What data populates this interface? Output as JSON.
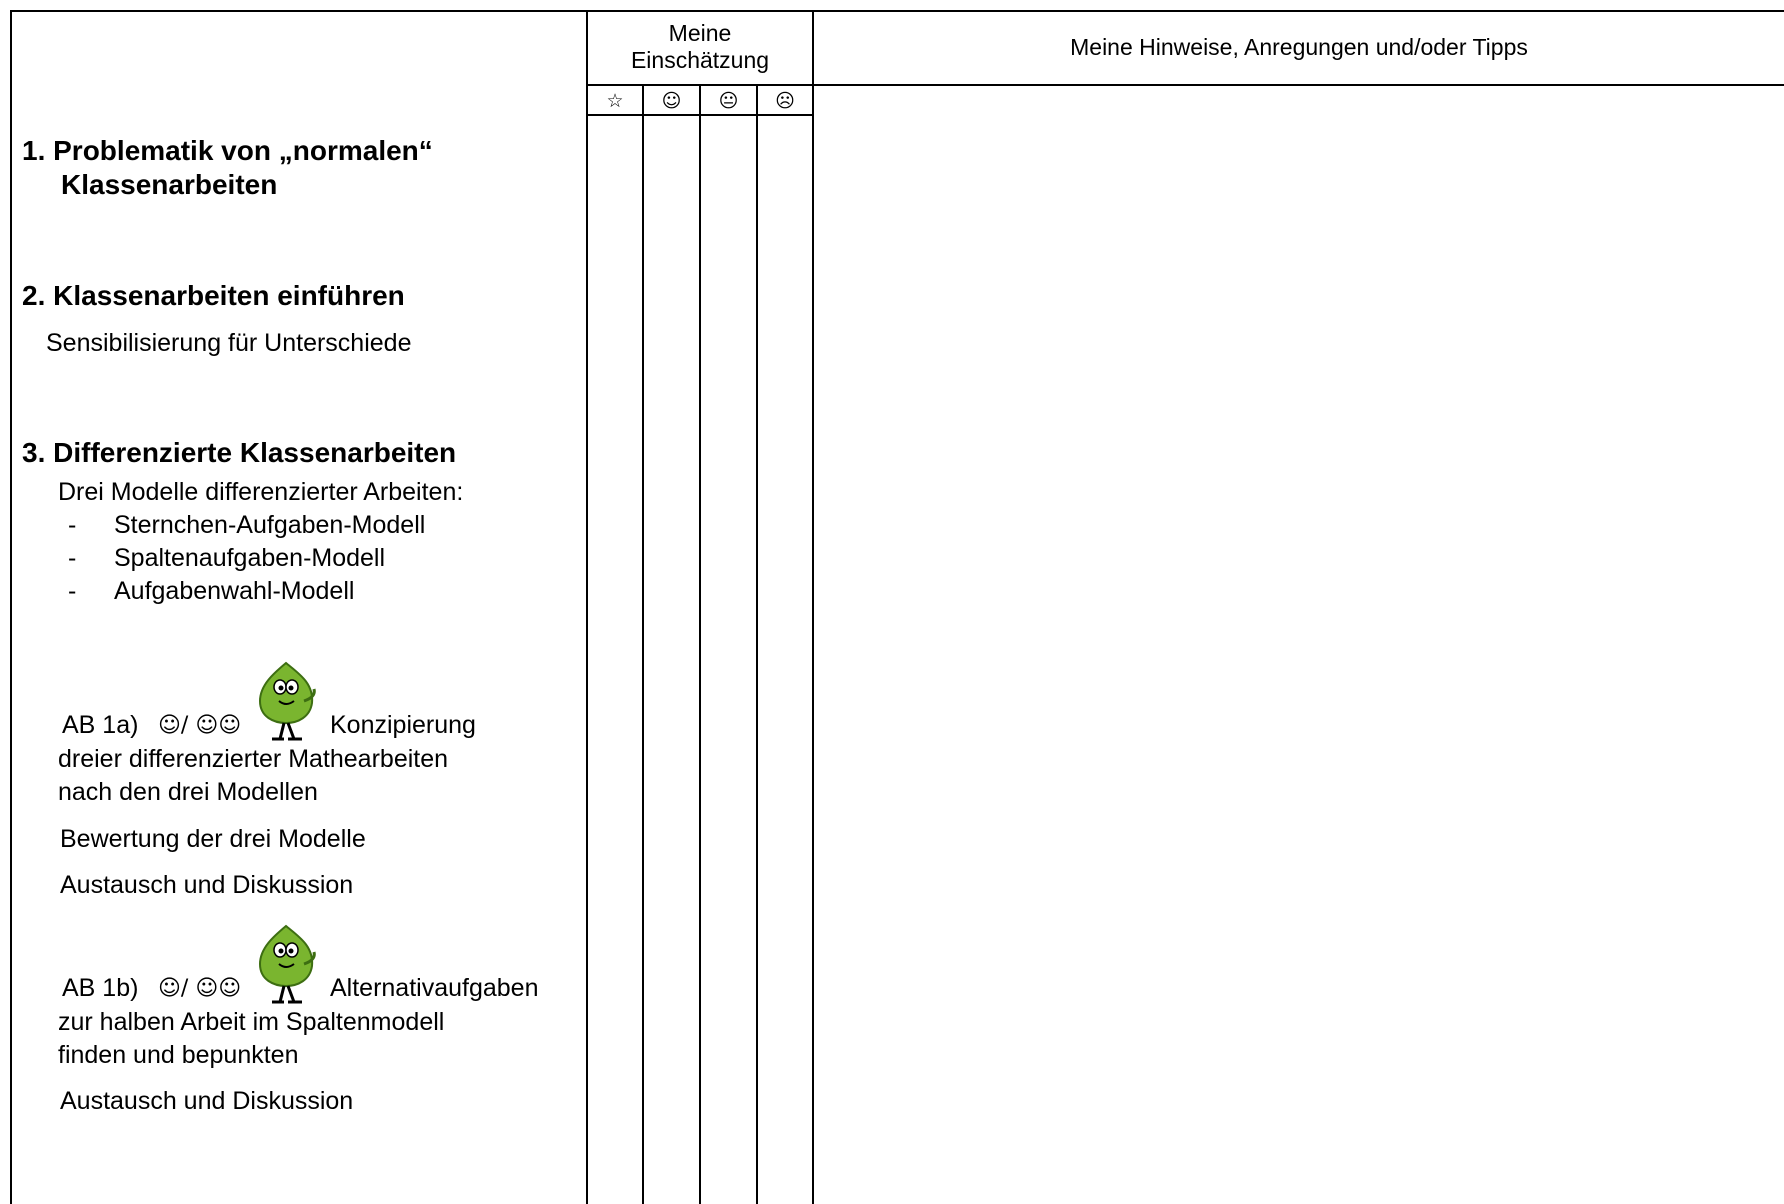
{
  "header": {
    "assessment_line1": "Meine",
    "assessment_line2": "Einschätzung",
    "notes_title": "Meine Hinweise, Anregungen und/oder Tipps",
    "symbols": [
      "☆",
      "☺",
      "😐",
      "☹"
    ]
  },
  "sections": {
    "s1": {
      "line1": "1.  Problematik von „normalen“",
      "line2": "Klassenarbeiten"
    },
    "s2": {
      "title": "2.  Klassenarbeiten einführen",
      "sub": "Sensibilisierung für Unterschiede"
    },
    "s3": {
      "title": "3. Differenzierte Klassenarbeiten",
      "intro": "Drei Modelle differenzierter Arbeiten:",
      "models": [
        "Sternchen-Aufgaben-Modell",
        "Spaltenaufgaben-Modell",
        "Aufgabenwahl-Modell"
      ],
      "dash": "-"
    }
  },
  "ab1a": {
    "label": "AB 1a)",
    "smileys": "☺/ ☺☺",
    "text1": "Konzipierung",
    "text2": "dreier differenzierter Mathearbeiten",
    "text3": "nach den drei Modellen",
    "eval": "Bewertung der drei Modelle",
    "exchange": "Austausch und Diskussion"
  },
  "ab1b": {
    "label": "AB 1b)",
    "smileys": "☺/ ☺☺",
    "text1": "Alternativaufgaben",
    "text2": "zur halben Arbeit im Spaltenmodell",
    "text3": "finden und bepunkten",
    "exchange": "Austausch und Diskussion"
  },
  "colors": {
    "mascot_green": "#7ab52f",
    "mascot_dark": "#3d6e12"
  },
  "icons": {
    "mascot": "leaf-mascot-icon"
  }
}
